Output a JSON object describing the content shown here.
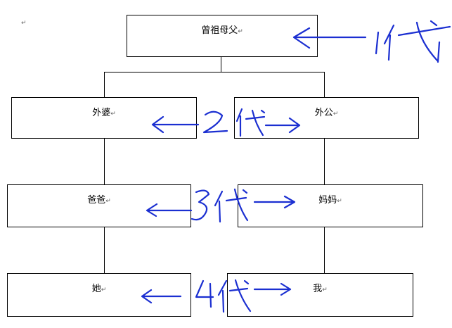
{
  "doc": {
    "stray_mark": "↵"
  },
  "nodes": {
    "great_grandparent": "曾祖母父",
    "grandmother": "外婆",
    "grandfather": "外公",
    "father": "爸爸",
    "mother": "妈妈",
    "her": "她",
    "me": "我"
  },
  "para_mark": "↵",
  "colors": {
    "ink": "#1b2fd1",
    "line": "#000000"
  }
}
